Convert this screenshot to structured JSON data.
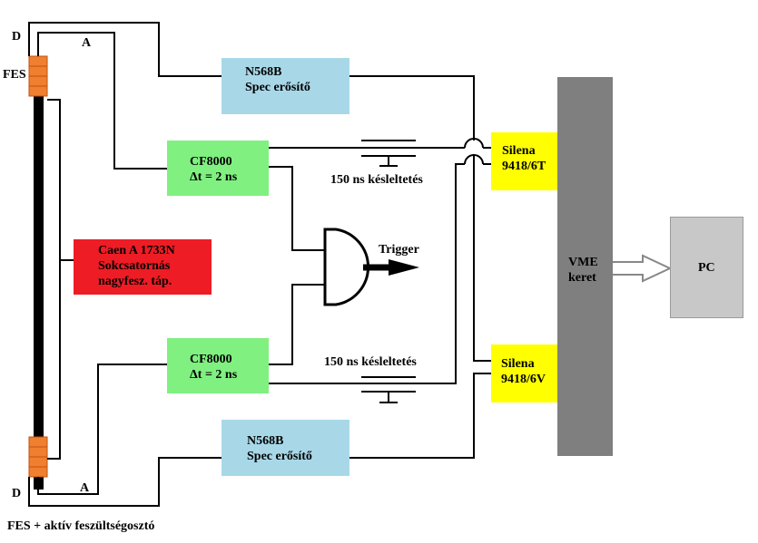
{
  "labels": {
    "d_top": "D",
    "a_top": "A",
    "fes": "FES",
    "delay_top": "150 ns  késleltetés",
    "trigger": "Trigger",
    "delay_bottom": "150 ns  késleltetés",
    "a_bottom": "A",
    "d_bottom": "D",
    "caption": "FES + aktív feszültségosztó"
  },
  "boxes": {
    "n568b_top": {
      "line1": "N568B",
      "line2": "Spec erősítő"
    },
    "cf8000_top": {
      "line1": "CF8000",
      "line2": "Δt = 2 ns"
    },
    "caen": {
      "line1": "Caen A 1733N",
      "line2": "Sokcsatornás",
      "line3": "nagyfesz. táp."
    },
    "cf8000_bottom": {
      "line1": "CF8000",
      "line2": "Δt = 2 ns"
    },
    "n568b_bottom": {
      "line1": "N568B",
      "line2": "Spec erősítő"
    },
    "silena_6t": {
      "line1": "Silena",
      "line2": "9418/6T"
    },
    "silena_6v": {
      "line1": "Silena",
      "line2": "9418/6V"
    },
    "vme": {
      "line1": "VME",
      "line2": "keret"
    },
    "pc": {
      "line1": "PC"
    }
  },
  "colors": {
    "amplifier": "#a8d8e8",
    "discriminator": "#80f080",
    "hv_supply": "#ee1c24",
    "adc": "#ffff00",
    "vme_crate": "#7f7f7f",
    "pc": "#c8c8c8",
    "connector": "#f08030"
  }
}
